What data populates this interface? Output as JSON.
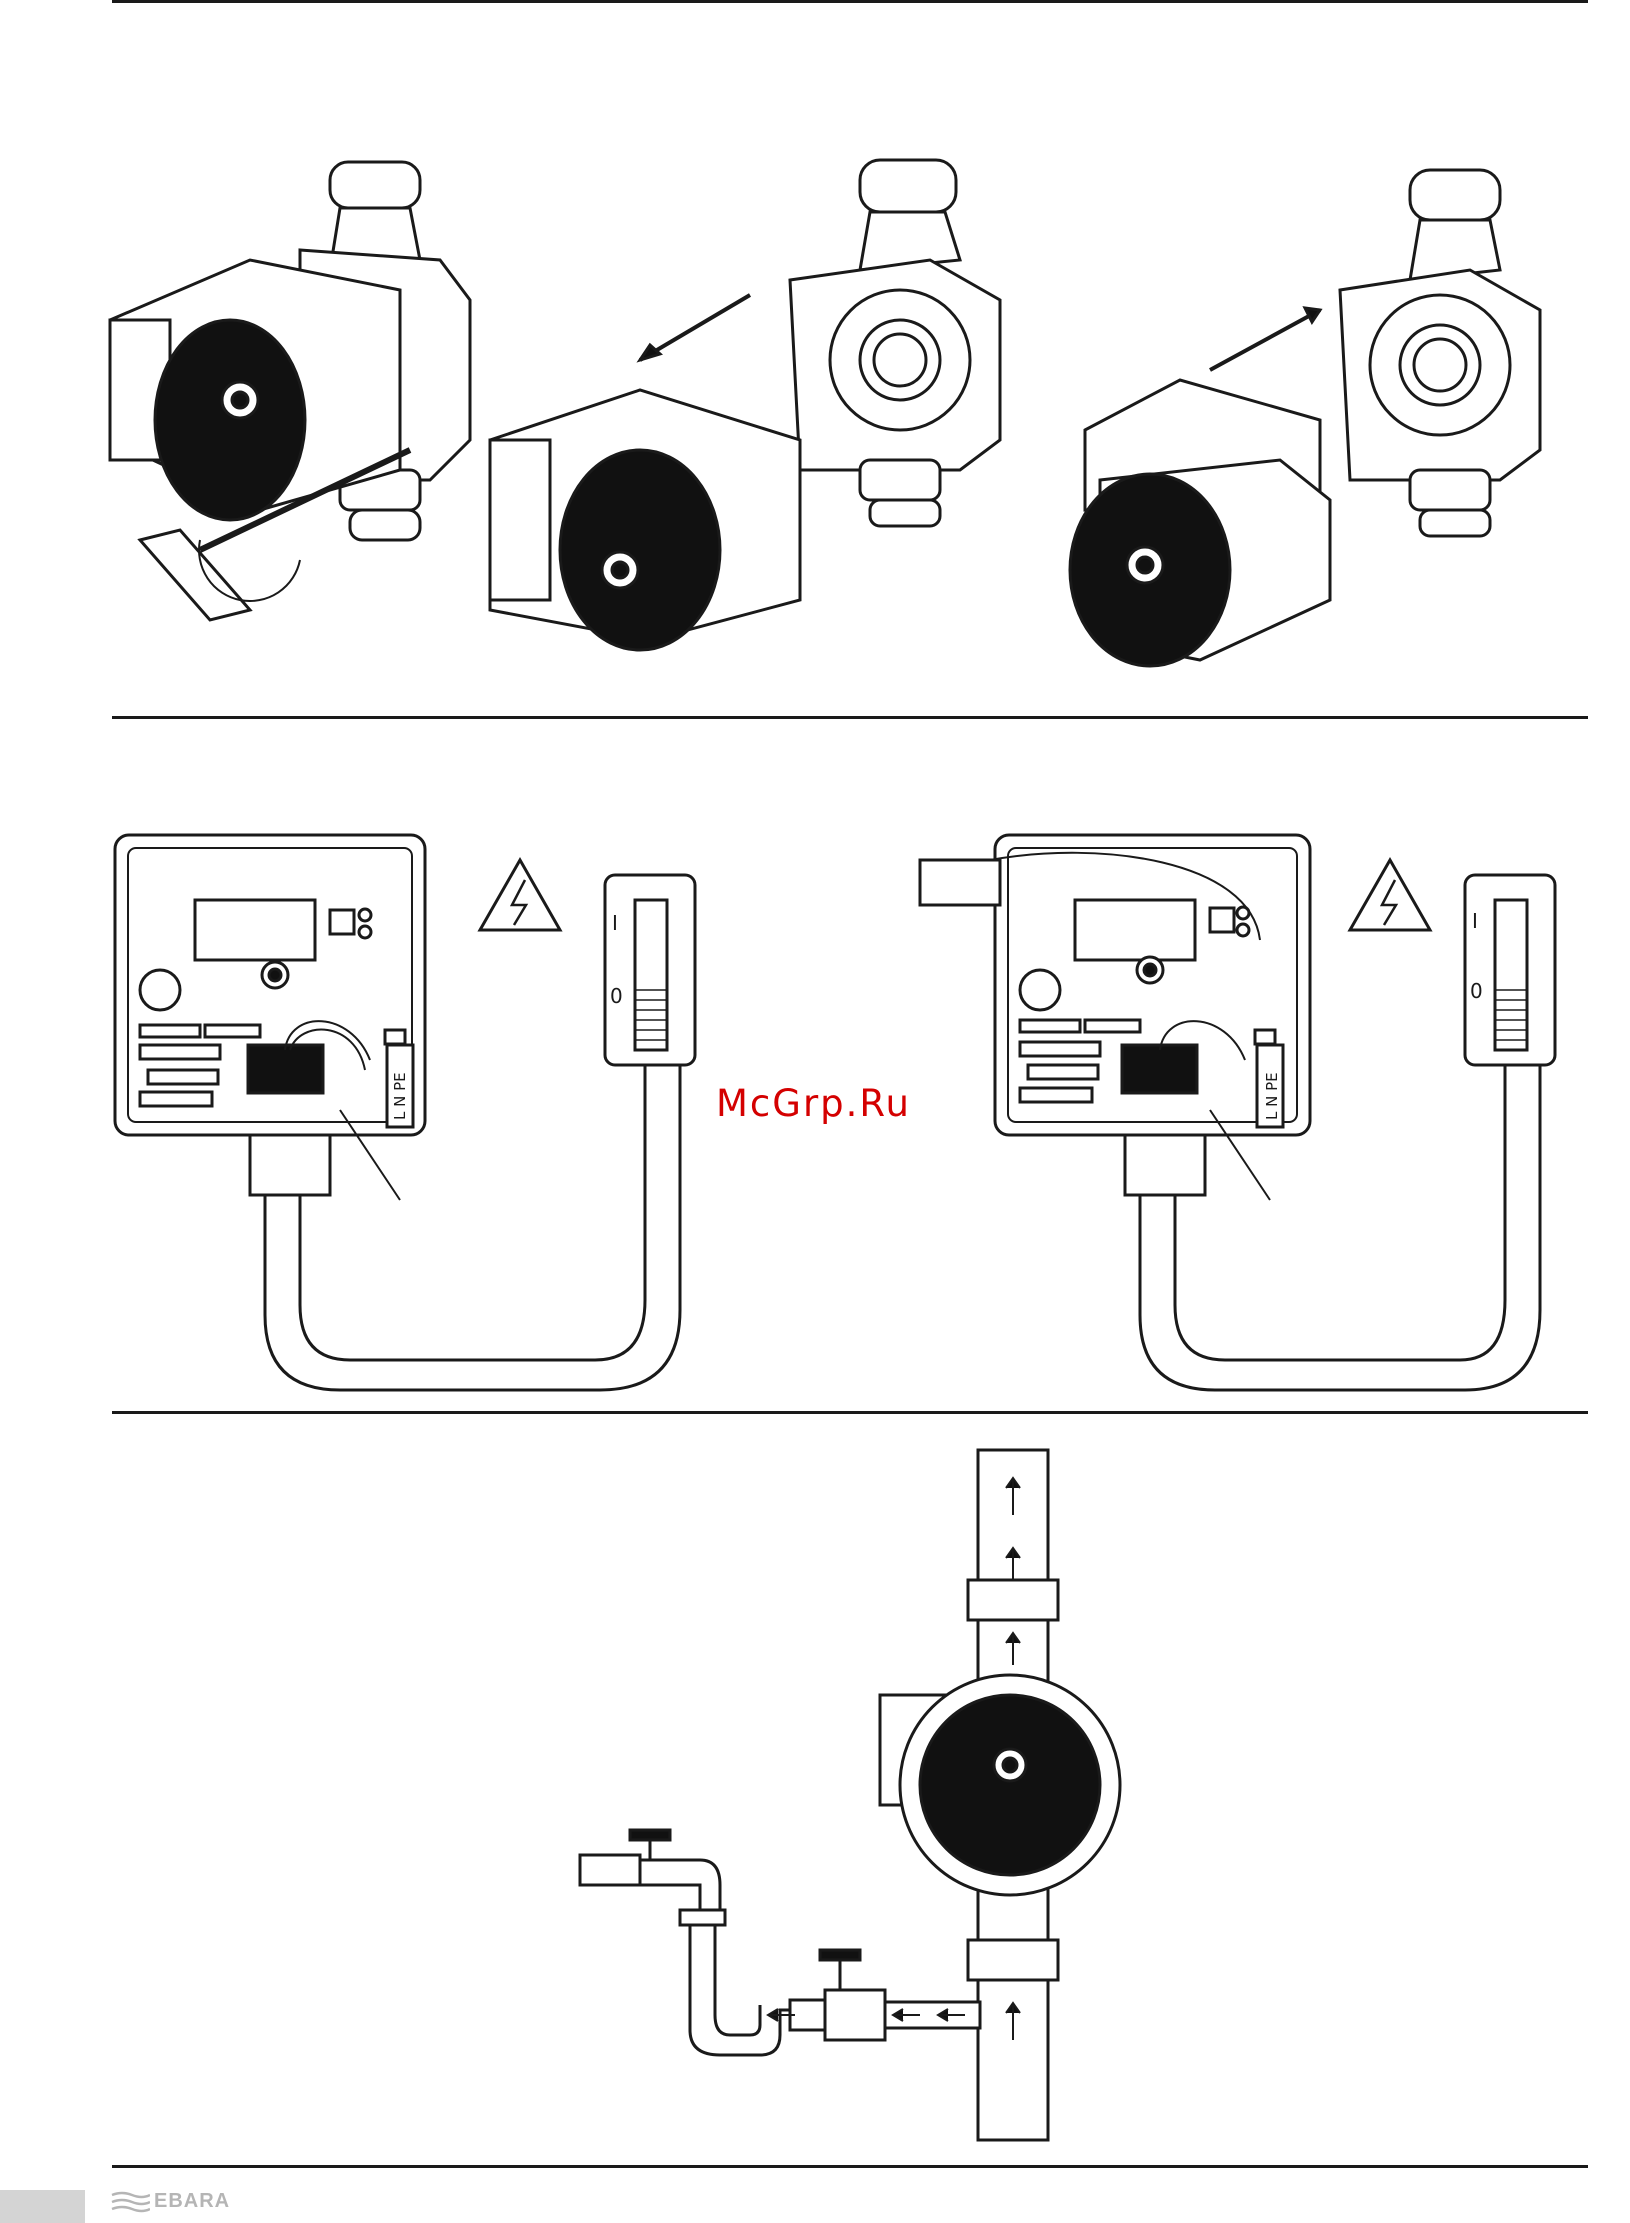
{
  "watermark": "McGrp.Ru",
  "wiring": {
    "switch_on": "I",
    "switch_off": "0",
    "terminals": "L N PE"
  },
  "footer": {
    "brand": "EBARA"
  },
  "colors": {
    "line": "#1a1a1a",
    "watermark": "#d40000",
    "footer_tab": "#d4d4d4",
    "logo": "#b5b5b5"
  }
}
